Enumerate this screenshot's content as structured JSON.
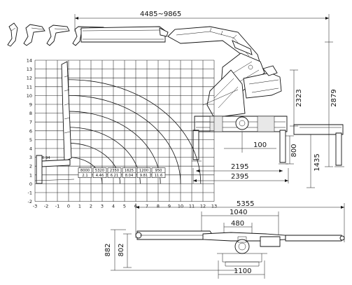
{
  "diagram": {
    "top_dims": {
      "reach_range": "4485~9865",
      "height_total": "2879",
      "height_mid": "2323",
      "height_base": "1435",
      "height_outrigger": "800",
      "offset_100": "100",
      "width_2195": "2195",
      "width_2395": "2395"
    },
    "load_chart": {
      "x_ticks": [
        "-3",
        "-2",
        "-1",
        "0",
        "1",
        "2",
        "3",
        "4",
        "5",
        "6",
        "7",
        "8",
        "9",
        "10",
        "11",
        "12",
        "13"
      ],
      "y_ticks": [
        "14",
        "13",
        "12",
        "11",
        "10",
        "9",
        "8",
        "7",
        "6",
        "5",
        "4",
        "3",
        "2",
        "1",
        "0",
        "-1",
        "-2"
      ],
      "first_label": "0.94",
      "loads": [
        {
          "weight": "8000",
          "radius": "2.1"
        },
        {
          "weight": "5320",
          "radius": "4.46"
        },
        {
          "weight": "2350",
          "radius": "6.21"
        },
        {
          "weight": "1625",
          "radius": "8.04"
        },
        {
          "weight": "1200",
          "radius": "9.81"
        },
        {
          "weight": "950",
          "radius": "11.6"
        }
      ]
    },
    "plan_dims": {
      "length_total": "5355",
      "length_1040": "1040",
      "length_480": "480",
      "height_882": "882",
      "height_802": "802",
      "width_1100": "1100"
    }
  }
}
